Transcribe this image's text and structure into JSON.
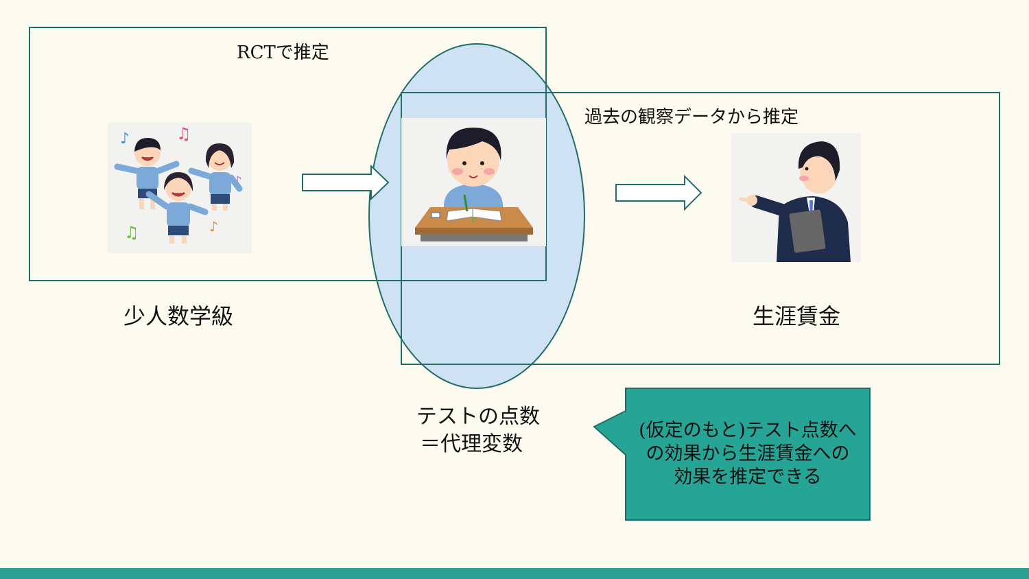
{
  "rct_label": "RCTで推定",
  "observational_label": "過去の観察データから推定",
  "treatment_label": "少人数学級",
  "outcome_label": "生涯賃金",
  "surrogate_label_line1": "テストの点数",
  "surrogate_label_line2": "＝代理変数",
  "callout": {
    "line1": "(仮定のもと)テスト点数へ",
    "line2": "の効果から生涯賃金への",
    "line3": "効果を推定できる"
  },
  "icons": {
    "treatment": "dancing-children-illustration",
    "surrogate": "studying-student-illustration",
    "outcome": "pointing-businessman-illustration"
  },
  "colors": {
    "background": "#fdfbf0",
    "box_border": "#1f6d66",
    "ellipse_fill": "#cfe2f3",
    "callout_fill": "#26a596",
    "bottom_bar": "#2aa193"
  }
}
